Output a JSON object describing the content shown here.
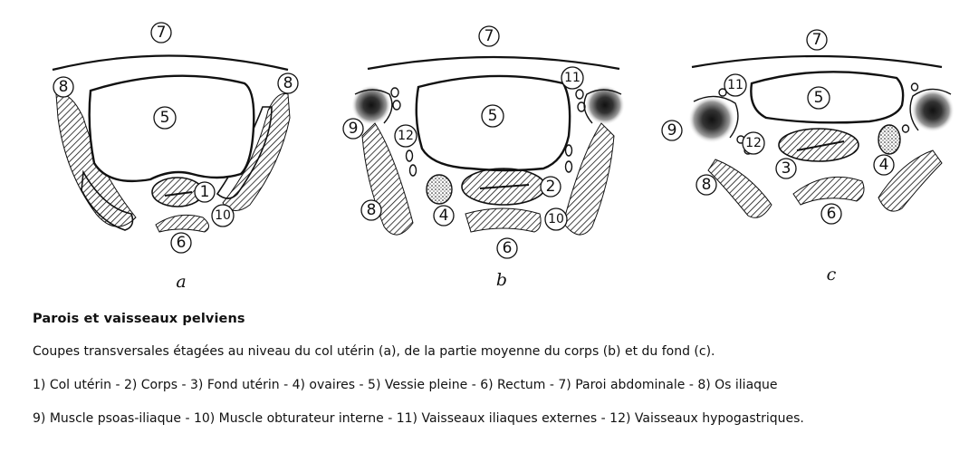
{
  "figure": {
    "panels": [
      {
        "letter": "a",
        "numbers": {
          "n7": "7",
          "n8l": "8",
          "n8r": "8",
          "n5": "5",
          "n1": "1",
          "n10": "10",
          "n6": "6"
        }
      },
      {
        "letter": "b",
        "numbers": {
          "n7": "7",
          "n11": "11",
          "n9": "9",
          "n12": "12",
          "n5": "5",
          "n8": "8",
          "n4": "4",
          "n2": "2",
          "n10": "10",
          "n6": "6"
        }
      },
      {
        "letter": "c",
        "numbers": {
          "n7": "7",
          "n11": "11",
          "n9": "9",
          "n5": "5",
          "n12": "12",
          "n3": "3",
          "n4": "4",
          "n8": "8",
          "n6": "6"
        }
      }
    ]
  },
  "caption": {
    "title": "Parois et vaisseaux pelviens",
    "line1": "Coupes transversales étagées au niveau du col utérin (a), de la partie moyenne du corps (b) et du fond (c).",
    "line2": "1) Col utérin  -  2) Corps  -  3) Fond utérin  -  4) ovaires  -  5) Vessie pleine  -  6) Rectum  -  7) Paroi abdominale  -  8) Os iliaque",
    "line3": "9) Muscle psoas-iliaque  -  10) Muscle obturateur interne  -  11) Vaisseaux iliaques externes  -  12) Vaisseaux hypogastriques."
  }
}
